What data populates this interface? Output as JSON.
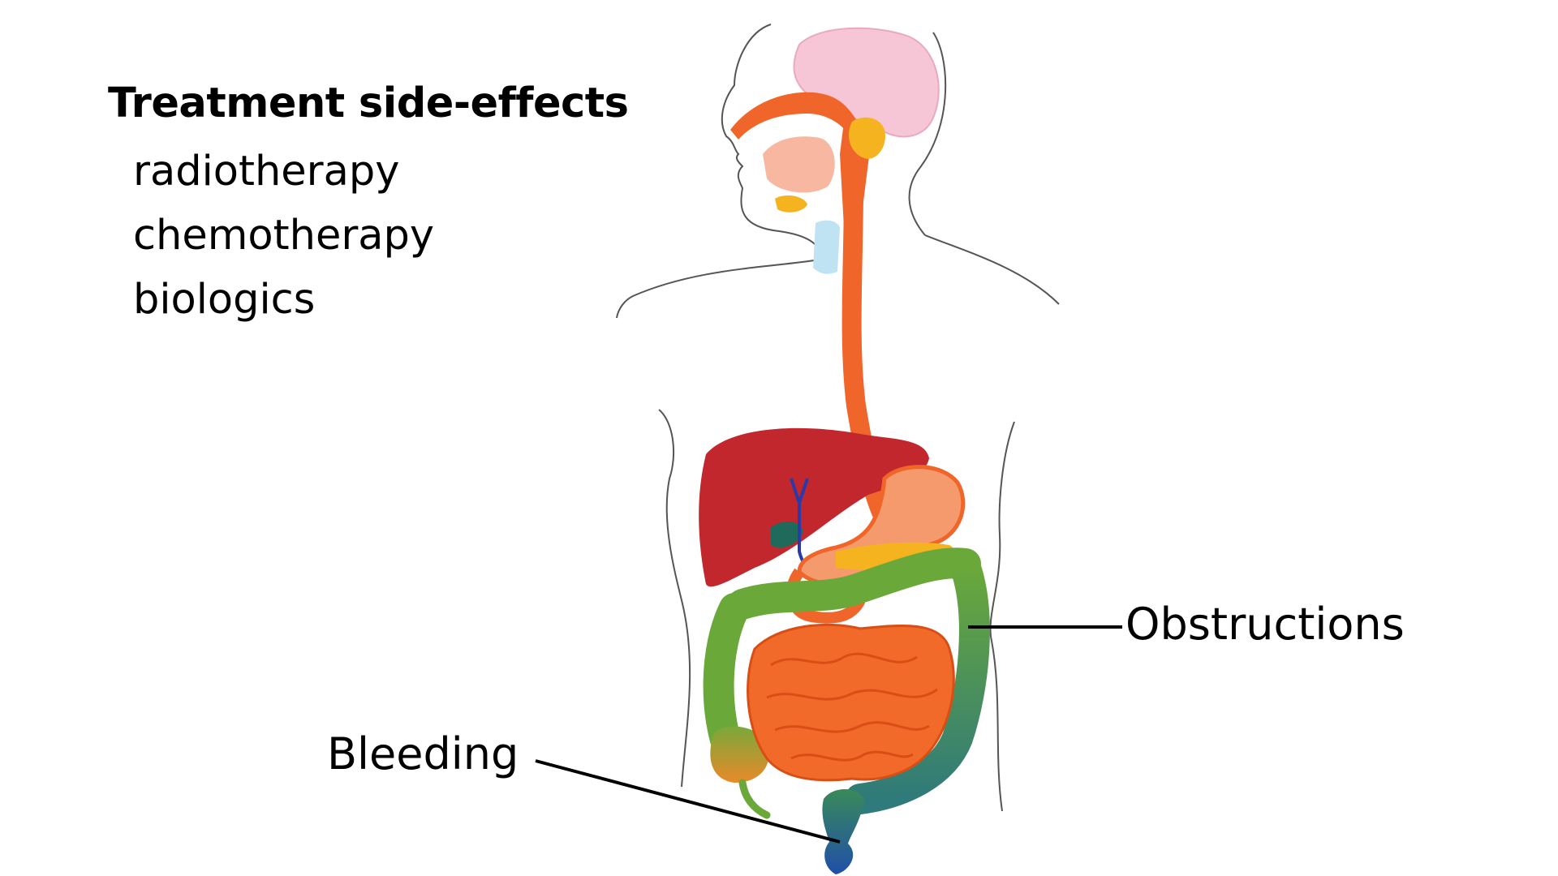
{
  "title": "Treatment side-effects",
  "treatments": [
    "radiotherapy",
    "chemotherapy",
    "biologics"
  ],
  "labels": {
    "obstructions": "Obstructions",
    "bleeding": "Bleeding"
  },
  "colors": {
    "outline": "#555555",
    "brain": "#f7c6d6",
    "esophagus": "#f0652a",
    "liver": "#c1272d",
    "stomach": "#f59a6c",
    "colon": "#6aa83a",
    "small_intestine": "#f26a2a",
    "gland": "#f5b41f",
    "rectum": "#2a6fb0"
  }
}
